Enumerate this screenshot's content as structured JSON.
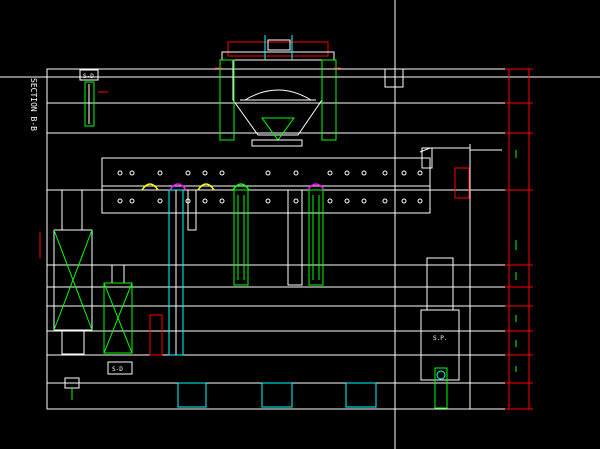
{
  "drawing": {
    "title": "SECTION B-B",
    "labels": {
      "detail_sd": "S-D",
      "top_left_tag": "S-D",
      "sp_tag": "S.P."
    }
  },
  "colors": {
    "background": "#000000",
    "outline": "#ffffff",
    "part": "#00ff00",
    "dimension": "#00ffff",
    "highlight": "#ff0000",
    "accent": "#ff00ff",
    "note": "#ffff00"
  }
}
